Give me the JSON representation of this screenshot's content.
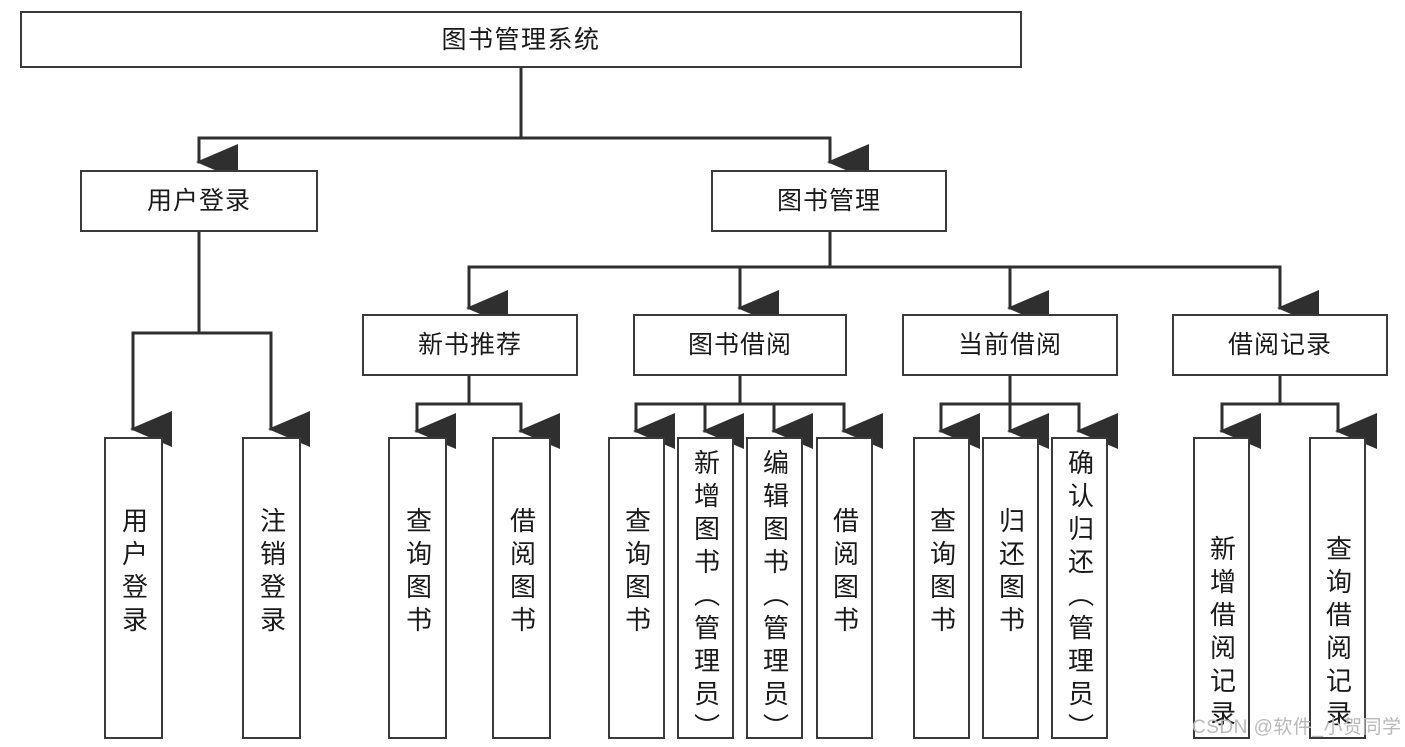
{
  "diagram": {
    "type": "tree",
    "title": "图书管理系统",
    "orientation": "top-down",
    "levels": 4,
    "root": {
      "id": "root",
      "label": "图书管理系统"
    },
    "nodes": [
      {
        "id": "root",
        "label": "图书管理系统",
        "level": 1,
        "parent": null,
        "orientation": "horizontal"
      },
      {
        "id": "login",
        "label": "用户登录",
        "level": 2,
        "parent": "root",
        "orientation": "horizontal"
      },
      {
        "id": "bookmgmt",
        "label": "图书管理",
        "level": 2,
        "parent": "root",
        "orientation": "horizontal"
      },
      {
        "id": "newbook",
        "label": "新书推荐",
        "level": 3,
        "parent": "bookmgmt",
        "orientation": "horizontal"
      },
      {
        "id": "borrow",
        "label": "图书借阅",
        "level": 3,
        "parent": "bookmgmt",
        "orientation": "horizontal"
      },
      {
        "id": "current",
        "label": "当前借阅",
        "level": 3,
        "parent": "bookmgmt",
        "orientation": "horizontal"
      },
      {
        "id": "records",
        "label": "借阅记录",
        "level": 3,
        "parent": "bookmgmt",
        "orientation": "horizontal"
      },
      {
        "id": "l1",
        "label": "用户登录",
        "level": 3,
        "parent": "login",
        "orientation": "vertical"
      },
      {
        "id": "l2",
        "label": "注销登录",
        "level": 3,
        "parent": "login",
        "orientation": "vertical"
      },
      {
        "id": "n1",
        "label": "查询图书",
        "level": 4,
        "parent": "newbook",
        "orientation": "vertical"
      },
      {
        "id": "n2",
        "label": "借阅图书",
        "level": 4,
        "parent": "newbook",
        "orientation": "vertical"
      },
      {
        "id": "b1",
        "label": "查询图书",
        "level": 4,
        "parent": "borrow",
        "orientation": "vertical"
      },
      {
        "id": "b2",
        "label": "新增图书（管理员）",
        "level": 4,
        "parent": "borrow",
        "orientation": "vertical"
      },
      {
        "id": "b3",
        "label": "编辑图书（管理员）",
        "level": 4,
        "parent": "borrow",
        "orientation": "vertical"
      },
      {
        "id": "b4",
        "label": "借阅图书",
        "level": 4,
        "parent": "borrow",
        "orientation": "vertical"
      },
      {
        "id": "c1",
        "label": "查询图书",
        "level": 4,
        "parent": "current",
        "orientation": "vertical"
      },
      {
        "id": "c2",
        "label": "归还图书",
        "level": 4,
        "parent": "current",
        "orientation": "vertical"
      },
      {
        "id": "c3",
        "label": "确认归还（管理员）",
        "level": 4,
        "parent": "current",
        "orientation": "vertical"
      },
      {
        "id": "r1",
        "label": "新增借阅记录",
        "level": 4,
        "parent": "records",
        "orientation": "vertical"
      },
      {
        "id": "r2",
        "label": "查询借阅记录",
        "level": 4,
        "parent": "records",
        "orientation": "vertical"
      }
    ],
    "colors": {
      "node_border": "#3a3a3a",
      "node_fill": "#ffffff",
      "edge": "#2f2f2f",
      "text": "#1a1a1a",
      "background": "#ffffff",
      "watermark": "#b9b9b9"
    }
  },
  "watermark": {
    "text": "CSDN @软件_小贺同学"
  }
}
